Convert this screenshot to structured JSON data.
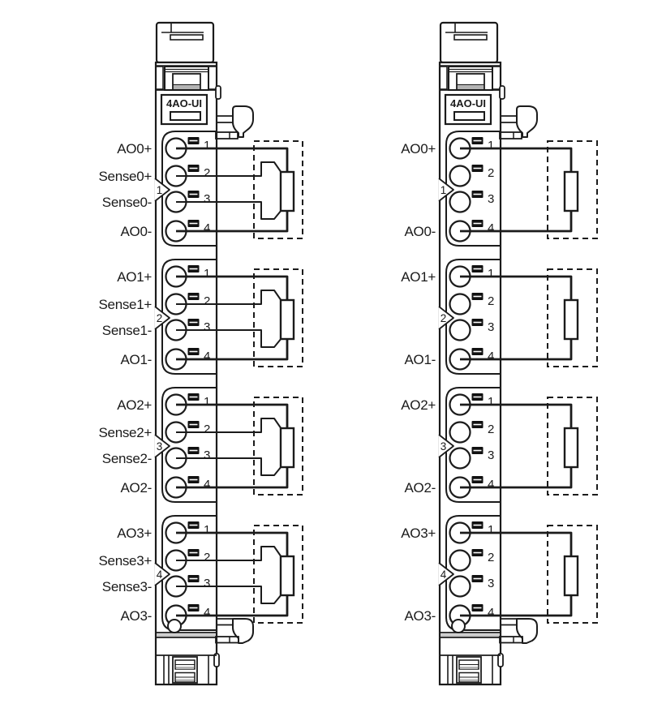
{
  "colors": {
    "line": "#1b1b1b",
    "background": "#ffffff",
    "led_fill": "#111111",
    "gray_bar": "#b3b3b3"
  },
  "module_label": "4AO-UI",
  "terminal_numbers": [
    "1",
    "2",
    "3",
    "4"
  ],
  "modules": [
    {
      "id": "left-module-4wire-sense",
      "groups": [
        {
          "marker": "1",
          "labels": [
            "AO0+",
            "Sense0+",
            "Sense0-",
            "AO0-"
          ]
        },
        {
          "marker": "2",
          "labels": [
            "AO1+",
            "Sense1+",
            "Sense1-",
            "AO1-"
          ]
        },
        {
          "marker": "3",
          "labels": [
            "AO2+",
            "Sense2+",
            "Sense2-",
            "AO2-"
          ]
        },
        {
          "marker": "4",
          "labels": [
            "AO3+",
            "Sense3+",
            "Sense3-",
            "AO3-"
          ]
        }
      ]
    },
    {
      "id": "right-module-2wire",
      "groups": [
        {
          "marker": "1",
          "labels": [
            "AO0+",
            "",
            "",
            "AO0-"
          ]
        },
        {
          "marker": "2",
          "labels": [
            "AO1+",
            "",
            "",
            "AO1-"
          ]
        },
        {
          "marker": "3",
          "labels": [
            "AO2+",
            "",
            "",
            "AO2-"
          ]
        },
        {
          "marker": "4",
          "labels": [
            "AO3+",
            "",
            "",
            "AO3-"
          ]
        }
      ]
    }
  ]
}
